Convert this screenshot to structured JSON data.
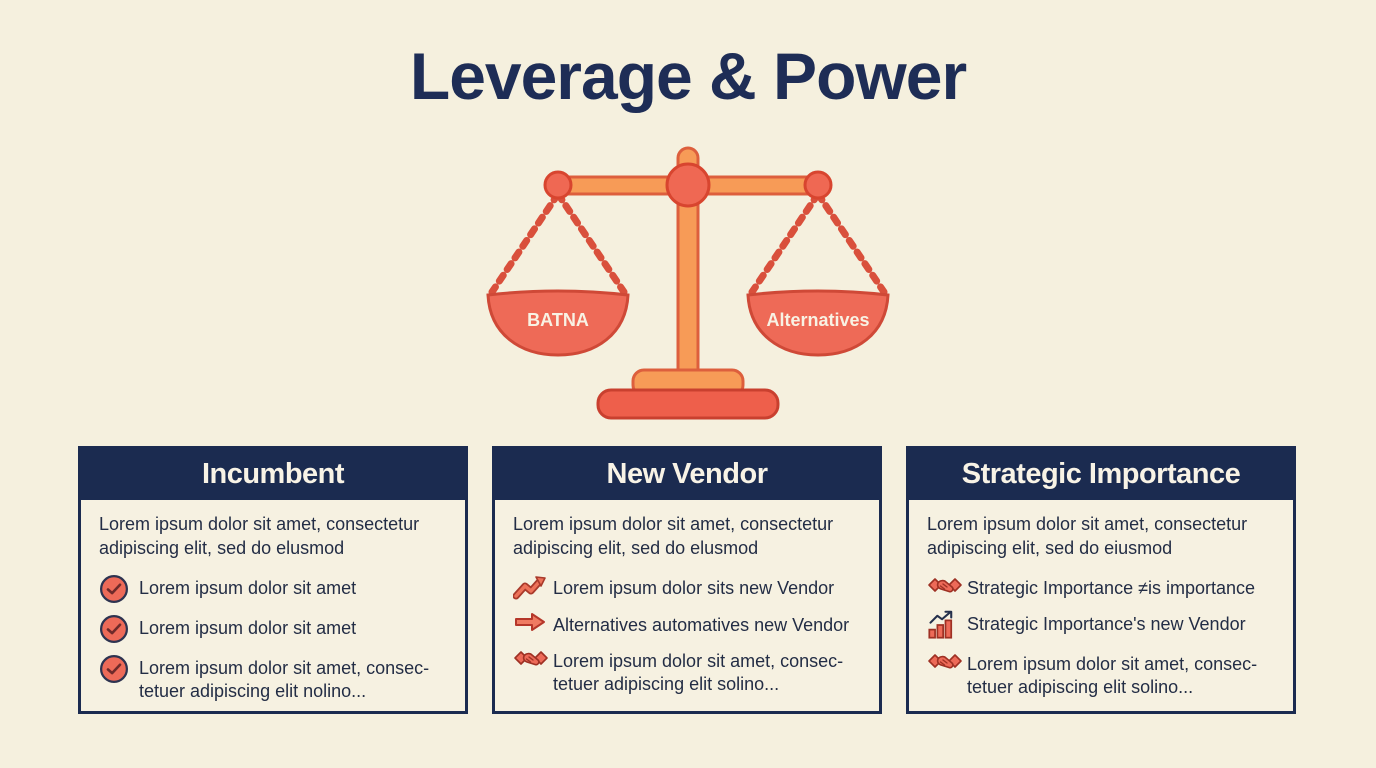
{
  "title": "Leverage & Power",
  "colors": {
    "background": "#f5f0de",
    "navy": "#1b2b50",
    "coral": "#ed6a58",
    "coral_outline": "#c4473a",
    "orange": "#f79b57",
    "orange_outline": "#dd5f3d",
    "body_text": "#232d45",
    "pan_label_text": "#f8f2e4"
  },
  "scale": {
    "left_pan_label": "BATNA",
    "right_pan_label": "Alternatives"
  },
  "cards": [
    {
      "title": "Incumbent",
      "intro": "Lorem ipsum dolor sit amet, consectetur adipiscing elit, sed do elusmod",
      "items": [
        {
          "icon": "check-circle",
          "text": "Lorem ipsum dolor sit amet"
        },
        {
          "icon": "check-circle",
          "text": "Lorem ipsum dolor sit amet"
        },
        {
          "icon": "check-circle",
          "text": "Lorem ipsum dolor sit amet, consec-tetuer adipiscing elit nolino..."
        }
      ]
    },
    {
      "title": "New Vendor",
      "intro": "Lorem ipsum dolor sit amet, consectetur adipiscing elit, sed do elusmod",
      "items": [
        {
          "icon": "trending-up",
          "text": "Lorem ipsum dolor sits new Vendor"
        },
        {
          "icon": "arrow-right",
          "text": "Alternatives automatives new Vendor"
        },
        {
          "icon": "handshake",
          "text": "Lorem ipsum dolor sit amet, consec-tetuer adipiscing elit solino..."
        }
      ]
    },
    {
      "title": "Strategic Importance",
      "intro": "Lorem ipsum dolor sit amet, consectetur adipiscing elit, sed do eiusmod",
      "items": [
        {
          "icon": "handshake",
          "text": "Strategic Importance ≠is importance"
        },
        {
          "icon": "bar-chart",
          "text": "Strategic Importance's new Vendor"
        },
        {
          "icon": "handshake",
          "text": "Lorem ipsum dolor sit amet, consec-tetuer adipiscing elit solino..."
        }
      ]
    }
  ]
}
